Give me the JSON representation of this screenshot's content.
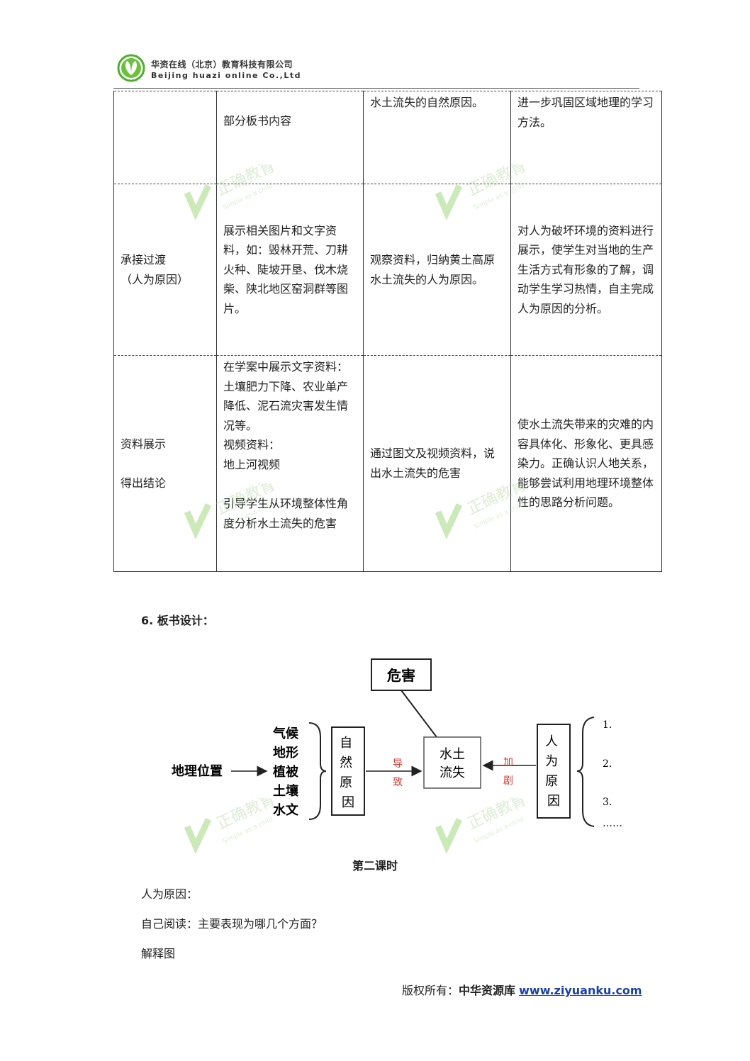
{
  "header": {
    "company_cn": "华资在线（北京）教育科技有限公司",
    "company_en": "Beijing huazi online Co.,Ltd"
  },
  "table": {
    "rows": [
      {
        "stage": "",
        "teacher": "部分板书内容",
        "student": "水土流失的自然原因。",
        "intent": "进一步巩固区域地理的学习方法。"
      },
      {
        "stage": "承接过渡\n（人为原因）",
        "teacher": "展示相关图片和文字资料，如：毁林开荒、刀耕火种、陡坡开垦、伐木烧柴、陕北地区窑洞群等图片。",
        "student": "观察资料，归纳黄土高原水土流失的人为原因。",
        "intent": "对人为破坏环境的资料进行展示，使学生对当地的生产生活方式有形象的了解，调动学生学习热情，自主完成人为原因的分析。"
      },
      {
        "stage": "资料展示\n\n得出结论",
        "teacher": "在学案中展示文字资料：\n土壤肥力下降、农业单产降低、泥石流灾害发生情况等。\n视频资料：\n地上河视频\n\n引导学生从环境整体性角度分析水土流失的危害",
        "student": "通过图文及视频资料，说出水土流失的危害",
        "intent": "使水土流失带来的灾难的内容具体化、形象化、更具感染力。正确认识人地关系，能够尝试利用地理环境整体性的思路分析问题。"
      }
    ]
  },
  "section_title": "6.  板书设计：",
  "diagram": {
    "hazard": "危害",
    "location": "地理位置",
    "factors": [
      "气候",
      "地形",
      "植被",
      "土壤",
      "水文"
    ],
    "natural": "自然原因",
    "center": [
      "水土",
      "流失"
    ],
    "human": "人为原因",
    "lead_to": "导致",
    "aggravate": "加剧",
    "items": [
      "1.",
      "2.",
      "3.",
      "……"
    ]
  },
  "caption": "第二课时",
  "paragraphs": [
    "人为原因：",
    "自己阅读：主要表现为哪几个方面？",
    "解释图"
  ],
  "footer": {
    "label": "版权所有：",
    "site_name": "中华资源库",
    "url": "www.ziyuanku.com"
  },
  "watermark": {
    "cn": "正确教育",
    "en": "Simple as a child"
  },
  "colors": {
    "logo_green": "#4caf2a",
    "arrow_red": "#d9352b",
    "link_blue": "#1a3fb0"
  }
}
